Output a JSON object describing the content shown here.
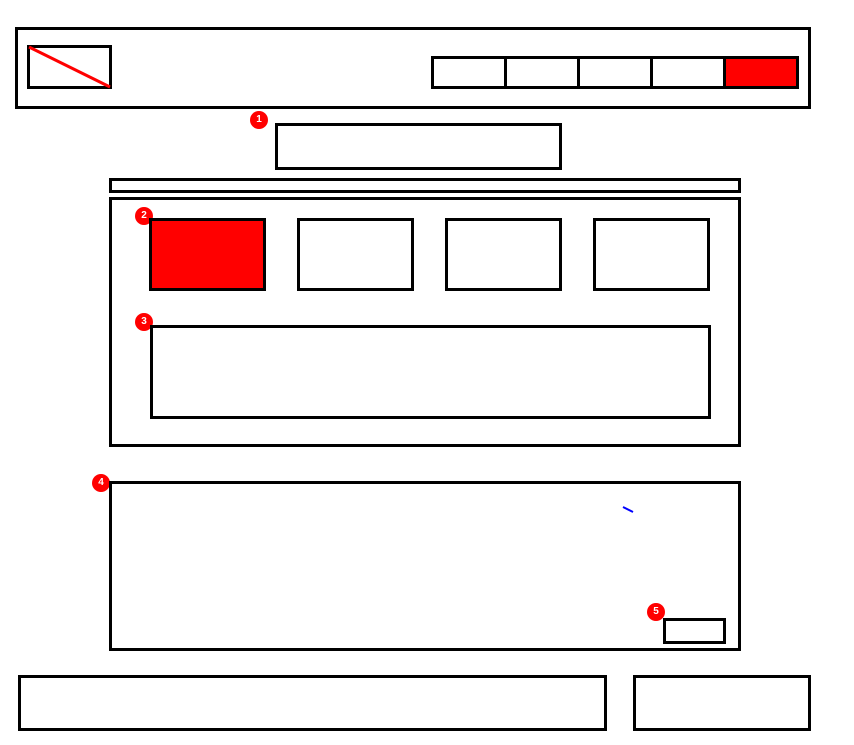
{
  "colors": {
    "stroke": "#000000",
    "highlight": "#ff0000",
    "stray_mark": "#0000ff",
    "background": "#ffffff"
  },
  "header": {
    "logo": "image-placeholder-icon",
    "nav_items": 5,
    "active_nav_index": 4
  },
  "feature_cards": {
    "count": 4,
    "active_index": 0
  },
  "markers": [
    "1",
    "2",
    "3",
    "4",
    "5"
  ]
}
